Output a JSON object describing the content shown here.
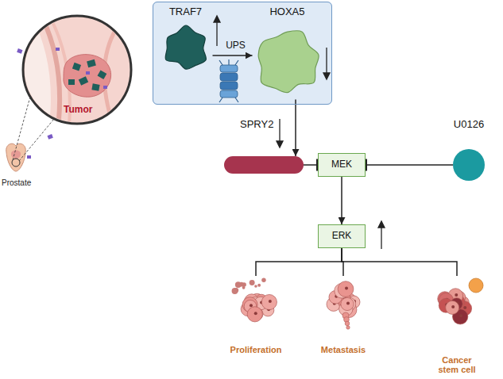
{
  "diagram": {
    "nodes": [
      {
        "text": []
      },
      {
        "text": [
          "TRAF7"
        ],
        "in": 0
      },
      {
        "text": [
          "HOXA5"
        ],
        "in": 0
      },
      {
        "text": [
          "SPRY2"
        ]
      },
      {
        "text": [
          "MEK"
        ]
      },
      {
        "text": [
          "U0126"
        ]
      },
      {
        "text": [
          "ERK"
        ]
      },
      {
        "text": [
          "Proliferation"
        ]
      },
      {
        "text": [
          "Metastasis"
        ]
      },
      {
        "text": [
          "Cancer stem cell"
        ]
      }
    ],
    "edges": [
      {
        "from": 1,
        "to": 2,
        "arrow": "to",
        "label": "UPS"
      },
      {
        "from": 2,
        "to": 3,
        "arrow": "to"
      },
      {
        "from": 3,
        "to": 4,
        "arrow": "to"
      },
      {
        "from": 5,
        "to": 4,
        "arrow": "to"
      },
      {
        "from": 4,
        "to": 6,
        "arrow": "to"
      },
      {
        "from": 6,
        "to": 7,
        "arrow": "none"
      },
      {
        "from": 6,
        "to": 8,
        "arrow": "none"
      },
      {
        "from": 6,
        "to": 9,
        "arrow": "none"
      }
    ],
    "labels": [
      "Prostate",
      "Tumor"
    ]
  }
}
